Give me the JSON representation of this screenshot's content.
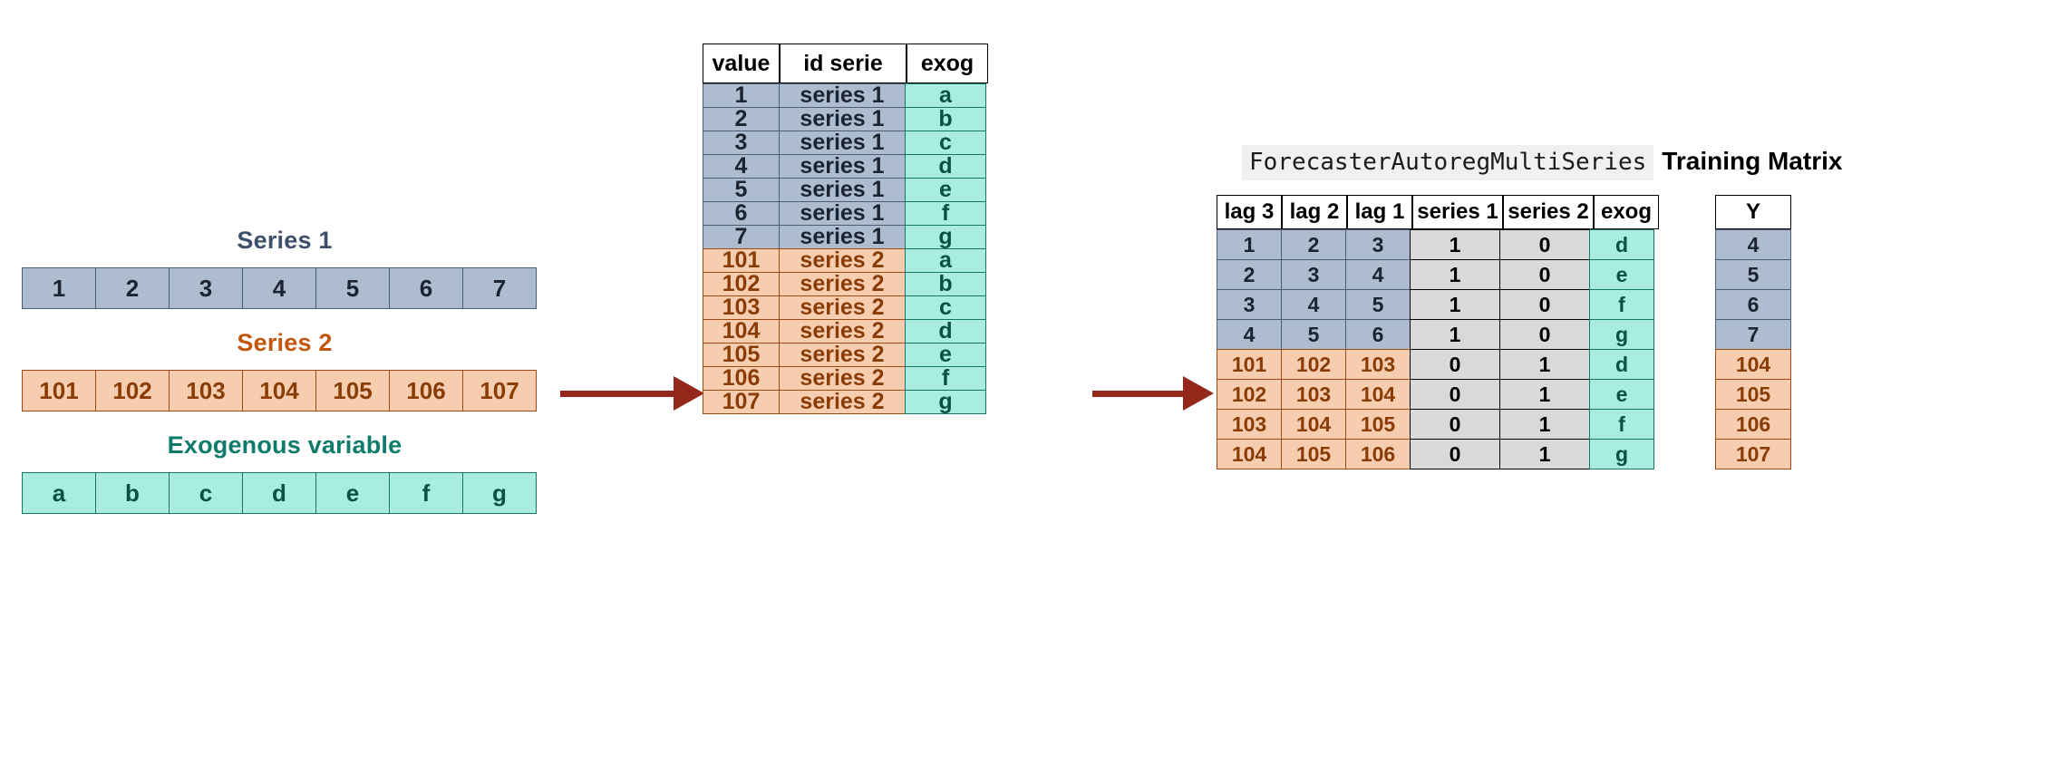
{
  "left_panel": {
    "series1": {
      "title": "Series 1",
      "title_color": "#3d4f6b",
      "values": [
        "1",
        "2",
        "3",
        "4",
        "5",
        "6",
        "7"
      ]
    },
    "series2": {
      "title": "Series 2",
      "title_color": "#c4550d",
      "values": [
        "101",
        "102",
        "103",
        "104",
        "105",
        "106",
        "107"
      ]
    },
    "exog": {
      "title": "Exogenous variable",
      "title_color": "#0e7b6b",
      "values": [
        "a",
        "b",
        "c",
        "d",
        "e",
        "f",
        "g"
      ]
    }
  },
  "arrows": {
    "color": "#94291b",
    "arrow1_name": "arrow-long-data-to-long-format",
    "arrow2_name": "arrow-long-format-to-training-matrix"
  },
  "middle_table": {
    "headers": [
      "value",
      "id serie",
      "exog"
    ],
    "rows": [
      {
        "value": "1",
        "id_serie": "series 1",
        "exog": "a",
        "theme": "blue"
      },
      {
        "value": "2",
        "id_serie": "series 1",
        "exog": "b",
        "theme": "blue"
      },
      {
        "value": "3",
        "id_serie": "series 1",
        "exog": "c",
        "theme": "blue"
      },
      {
        "value": "4",
        "id_serie": "series 1",
        "exog": "d",
        "theme": "blue"
      },
      {
        "value": "5",
        "id_serie": "series 1",
        "exog": "e",
        "theme": "blue"
      },
      {
        "value": "6",
        "id_serie": "series 1",
        "exog": "f",
        "theme": "blue"
      },
      {
        "value": "7",
        "id_serie": "series 1",
        "exog": "g",
        "theme": "blue"
      },
      {
        "value": "101",
        "id_serie": "series 2",
        "exog": "a",
        "theme": "orange"
      },
      {
        "value": "102",
        "id_serie": "series 2",
        "exog": "b",
        "theme": "orange"
      },
      {
        "value": "103",
        "id_serie": "series 2",
        "exog": "c",
        "theme": "orange"
      },
      {
        "value": "104",
        "id_serie": "series 2",
        "exog": "d",
        "theme": "orange"
      },
      {
        "value": "105",
        "id_serie": "series 2",
        "exog": "e",
        "theme": "orange"
      },
      {
        "value": "106",
        "id_serie": "series 2",
        "exog": "f",
        "theme": "orange"
      },
      {
        "value": "107",
        "id_serie": "series 2",
        "exog": "g",
        "theme": "orange"
      }
    ]
  },
  "training_matrix": {
    "title_code": "ForecasterAutoregMultiSeries",
    "title_text": "Training Matrix",
    "headers": [
      "lag 3",
      "lag 2",
      "lag 1",
      "series 1",
      "series 2",
      "exog"
    ],
    "rows": [
      {
        "lag3": "1",
        "lag2": "2",
        "lag1": "3",
        "series1": "1",
        "series2": "0",
        "exog": "d",
        "theme": "blue"
      },
      {
        "lag3": "2",
        "lag2": "3",
        "lag1": "4",
        "series1": "1",
        "series2": "0",
        "exog": "e",
        "theme": "blue"
      },
      {
        "lag3": "3",
        "lag2": "4",
        "lag1": "5",
        "series1": "1",
        "series2": "0",
        "exog": "f",
        "theme": "blue"
      },
      {
        "lag3": "4",
        "lag2": "5",
        "lag1": "6",
        "series1": "1",
        "series2": "0",
        "exog": "g",
        "theme": "blue"
      },
      {
        "lag3": "101",
        "lag2": "102",
        "lag1": "103",
        "series1": "0",
        "series2": "1",
        "exog": "d",
        "theme": "orange"
      },
      {
        "lag3": "102",
        "lag2": "103",
        "lag1": "104",
        "series1": "0",
        "series2": "1",
        "exog": "e",
        "theme": "orange"
      },
      {
        "lag3": "103",
        "lag2": "104",
        "lag1": "105",
        "series1": "0",
        "series2": "1",
        "exog": "f",
        "theme": "orange"
      },
      {
        "lag3": "104",
        "lag2": "105",
        "lag1": "106",
        "series1": "0",
        "series2": "1",
        "exog": "g",
        "theme": "orange"
      }
    ]
  },
  "y_column": {
    "header": "Y",
    "rows": [
      {
        "value": "4",
        "theme": "blue"
      },
      {
        "value": "5",
        "theme": "blue"
      },
      {
        "value": "6",
        "theme": "blue"
      },
      {
        "value": "7",
        "theme": "blue"
      },
      {
        "value": "104",
        "theme": "orange"
      },
      {
        "value": "105",
        "theme": "orange"
      },
      {
        "value": "106",
        "theme": "orange"
      },
      {
        "value": "107",
        "theme": "orange"
      }
    ]
  },
  "colors": {
    "blue_fill": "#aebccf",
    "blue_border": "#4a5e78",
    "orange_fill": "#f7cdaf",
    "orange_border": "#a04a11",
    "teal_fill": "#a9ede1",
    "teal_border": "#14776a",
    "gray_fill": "#d9d9d9",
    "arrow": "#94291b"
  }
}
